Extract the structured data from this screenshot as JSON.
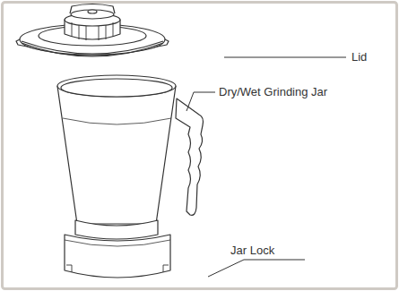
{
  "diagram": {
    "labels": [
      "Lid",
      "Dry/Wet Grinding Jar",
      "Jar Lock"
    ]
  }
}
